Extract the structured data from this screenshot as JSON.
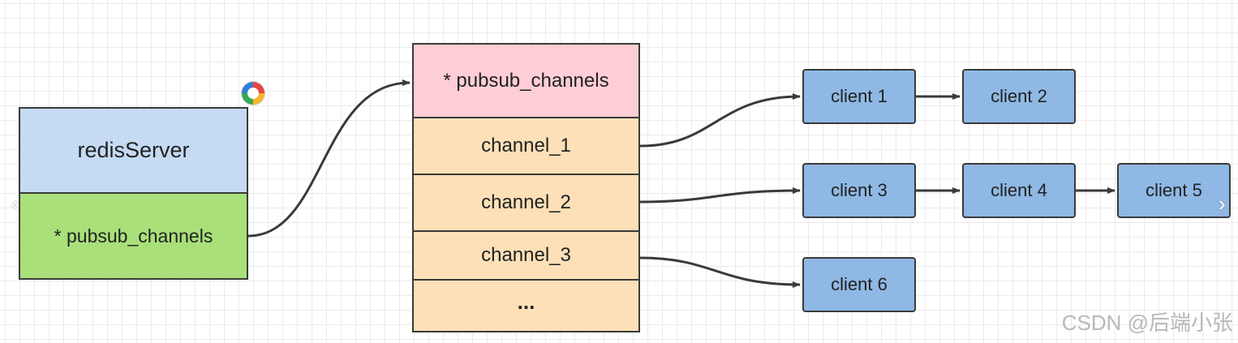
{
  "server": {
    "title": "redisServer",
    "field": "* pubsub_channels"
  },
  "dict": {
    "header": "* pubsub_channels",
    "rows": [
      "channel_1",
      "channel_2",
      "channel_3",
      "..."
    ]
  },
  "clients": [
    "client 1",
    "client 2",
    "client 3",
    "client 4",
    "client 5",
    "client 6"
  ],
  "watermark": "CSDN @后端小张",
  "colors": {
    "server_title_bg": "#c5dbf4",
    "server_field_bg": "#a9e07a",
    "dict_header_bg": "#fecdd5",
    "dict_row_bg": "#fde0b7",
    "client_bg": "#8fb8e4"
  },
  "icons": [
    "color-badge-icon",
    "chevron-left-icon",
    "chevron-right-icon"
  ]
}
